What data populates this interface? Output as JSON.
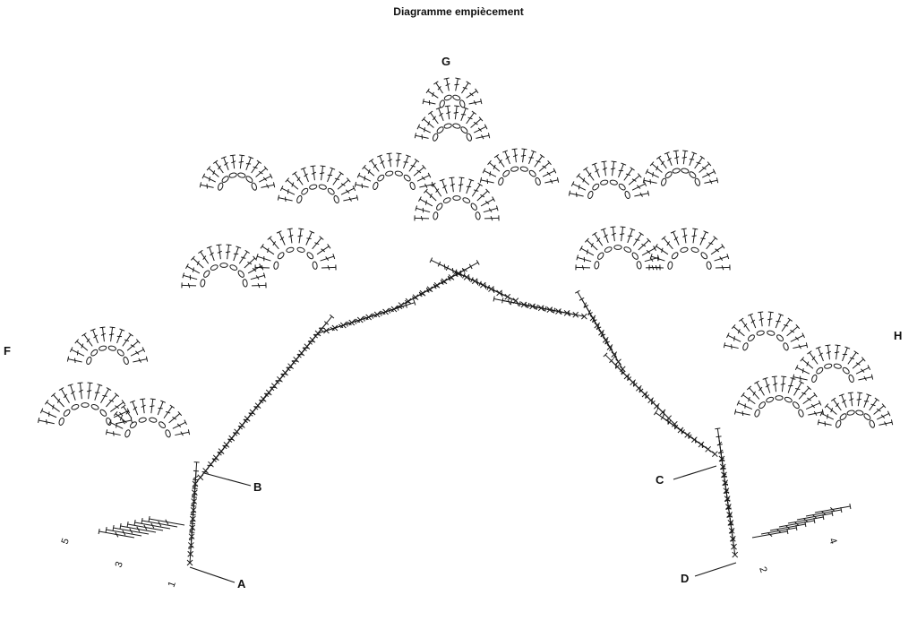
{
  "title": "Diagramme empiècement",
  "points": {
    "A": "A",
    "B": "B",
    "C": "C",
    "D": "D",
    "F": "F",
    "G": "G",
    "H": "H"
  },
  "rows_left": [
    "1",
    "3",
    "5"
  ],
  "rows_right": [
    "2",
    "4"
  ],
  "colors": {
    "ink": "#1a1a1a",
    "background": "#ffffff"
  }
}
